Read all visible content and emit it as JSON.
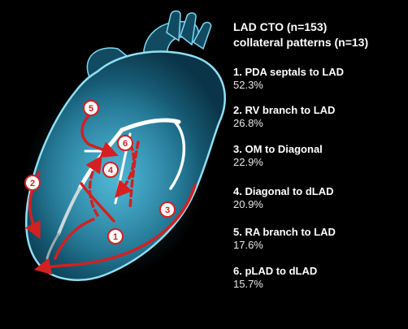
{
  "legend": {
    "title_line1": "LAD CTO (n=153)",
    "title_line2": "collateral patterns (n=13)",
    "items": [
      {
        "label": "1.  PDA septals to LAD",
        "value": "52.3%"
      },
      {
        "label": "2. RV branch to LAD",
        "value": "26.8%"
      },
      {
        "label": "3. OM to Diagonal",
        "value": "22.9%"
      },
      {
        "label": "4. Diagonal to dLAD",
        "value": "20.9%"
      },
      {
        "label": "5. RA branch to LAD",
        "value": "17.6%"
      },
      {
        "label": "6. pLAD to dLAD",
        "value": "15.7%"
      }
    ]
  },
  "markers": [
    "1",
    "2",
    "3",
    "4",
    "5",
    "6"
  ],
  "colors": {
    "background": "#000000",
    "heart_outline": "#7fd8f2",
    "heart_fill": "#1a6f8a",
    "vessel": "#ffffff",
    "collateral": "#d42020"
  }
}
